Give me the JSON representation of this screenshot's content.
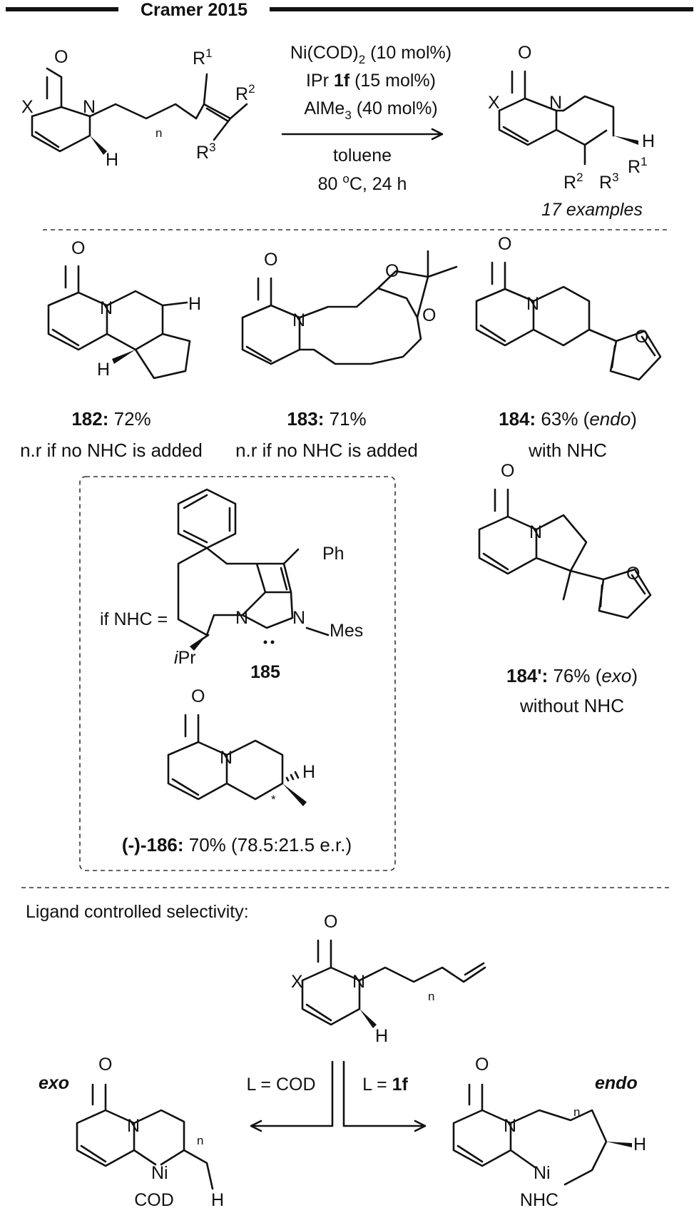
{
  "header": {
    "title": "Cramer 2015"
  },
  "reaction": {
    "reactant": {
      "o": "O",
      "x": "X",
      "n_atom": "N",
      "h": "H",
      "n_sub": "n",
      "r1": "R",
      "r1_sup": "1",
      "r2": "R",
      "r2_sup": "2",
      "r3": "R",
      "r3_sup": "3"
    },
    "conditions": {
      "line1_a": "Ni(COD)",
      "line1_sub": "2",
      "line1_b": " (10 mol%)",
      "line2_a": "IPr ",
      "line2_bold": "1f",
      "line2_b": " (15 mol%)",
      "line3_a": "AlMe",
      "line3_sub": "3",
      "line3_b": " (40 mol%)",
      "line4": "toluene",
      "line5_a": "80 ",
      "line5_sup": "o",
      "line5_b": "C, 24 h"
    },
    "product": {
      "o": "O",
      "x": "X",
      "n_atom": "N",
      "h": "H",
      "r1": "R",
      "r1_sup": "1",
      "r2": "R",
      "r2_sup": "2",
      "r3": "R",
      "r3_sup": "3"
    },
    "examples": "17 examples"
  },
  "compounds": {
    "c182": {
      "id": "182:",
      "yield": " 72%",
      "note": "n.r if no NHC is added",
      "o": "O",
      "n_atom": "N",
      "h1": "H",
      "h2": "H"
    },
    "c183": {
      "id": "183:",
      "yield": " 71%",
      "note": "n.r if no NHC is added",
      "o": "O",
      "n_atom": "N",
      "o2": "O",
      "o3": "O"
    },
    "c184": {
      "id": "184:",
      "yield": " 63% (",
      "yield_i": "endo",
      "yield_end": ")",
      "note": "with NHC",
      "o": "O",
      "n_atom": "N",
      "fo": "O"
    },
    "c185": {
      "label": "if NHC =",
      "id": "185",
      "ph": "Ph",
      "n1": "N",
      "n2": "N",
      "mes": "Mes",
      "ipr_i": "i",
      "ipr": "Pr"
    },
    "c186": {
      "id": "(-)-186:",
      "yield": " 70% (78.5:21.5 e.r.)",
      "o": "O",
      "n_atom": "N",
      "h": "H",
      "star": "*"
    },
    "c184p": {
      "id": "184':",
      "yield": " 76% (",
      "yield_i": "exo",
      "yield_end": ")",
      "note": "without NHC",
      "o": "O",
      "n_atom": "N",
      "fo": "O"
    }
  },
  "ligand": {
    "title": "Ligand controlled selectivity:",
    "substrate": {
      "o": "O",
      "x": "X",
      "n_atom": "N",
      "h": "H",
      "n_sub": "n"
    },
    "left_label": "L = COD",
    "right_label_a": "L = ",
    "right_label_b": "1f",
    "exo": {
      "label": "exo",
      "o": "O",
      "n_atom": "N",
      "ni": "Ni",
      "cod": "COD",
      "n_sub": "n",
      "h": "H"
    },
    "endo": {
      "label": "endo",
      "o": "O",
      "n_atom": "N",
      "ni": "Ni",
      "nhc": "NHC",
      "n_sub": "n",
      "h": "H"
    }
  }
}
